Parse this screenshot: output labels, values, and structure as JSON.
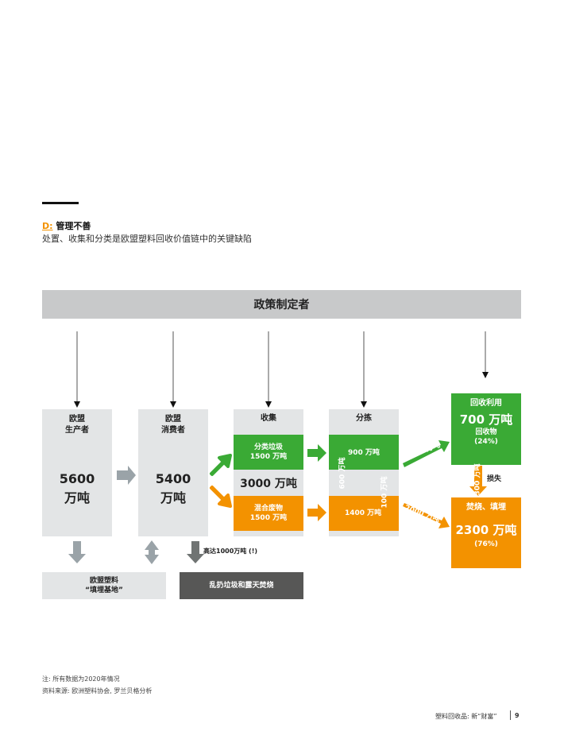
{
  "header": {
    "d_letter": "D:",
    "d_title": "管理不善",
    "subtitle": "处置、收集和分类是欧盟塑料回收价值链中的关键缺陷"
  },
  "policy": {
    "label": "政策制定者"
  },
  "producers": {
    "label_line1": "欧盟",
    "label_line2": "生产者",
    "value_line1": "5600",
    "value_line2": "万吨"
  },
  "consumers": {
    "label_line1": "欧盟",
    "label_line2": "消费者",
    "value_line1": "5400",
    "value_line2": "万吨"
  },
  "collection": {
    "label": "收集",
    "sorted_waste_line1": "分类垃圾",
    "sorted_waste_line2": "1500 万吨",
    "total": "3000 万吨",
    "mixed_waste_line1": "混合废物",
    "mixed_waste_line2": "1500 万吨"
  },
  "sorting": {
    "label": "分拣",
    "green_value": "900 万吨",
    "orange_value": "1400 万吨",
    "down_flow": "600 万吨",
    "up_flow": "100 万吨"
  },
  "recycling": {
    "label": "回收利用",
    "value": "700 万吨",
    "sub_label": "回收物",
    "pct": "(24%)",
    "loss_value": "300 万吨",
    "loss_label": "损失"
  },
  "incineration": {
    "label": "焚烧、填埋",
    "value": "2300 万吨",
    "pct": "(76%)"
  },
  "flows": {
    "to_recycling": "1000 万吨",
    "to_incineration": "2000 万吨"
  },
  "bottom": {
    "landfill_line1": "欧盟塑料",
    "landfill_line2": "“填埋基地”",
    "littering": "乱扔垃圾和露天焚烧",
    "littering_note": "高达1000万吨 (!)"
  },
  "notes": {
    "note": "注: 所有数据为2020年情况",
    "source": "资料来源: 欧洲塑料协会, 罗兰贝格分析"
  },
  "footer": {
    "text": "塑料回收品: 新“财富”",
    "page": "9"
  },
  "colors": {
    "green": "#3aaa35",
    "orange": "#f39200",
    "gray_box": "#e3e5e6",
    "policy_bar": "#c8c9ca",
    "dark_box": "#575756"
  }
}
